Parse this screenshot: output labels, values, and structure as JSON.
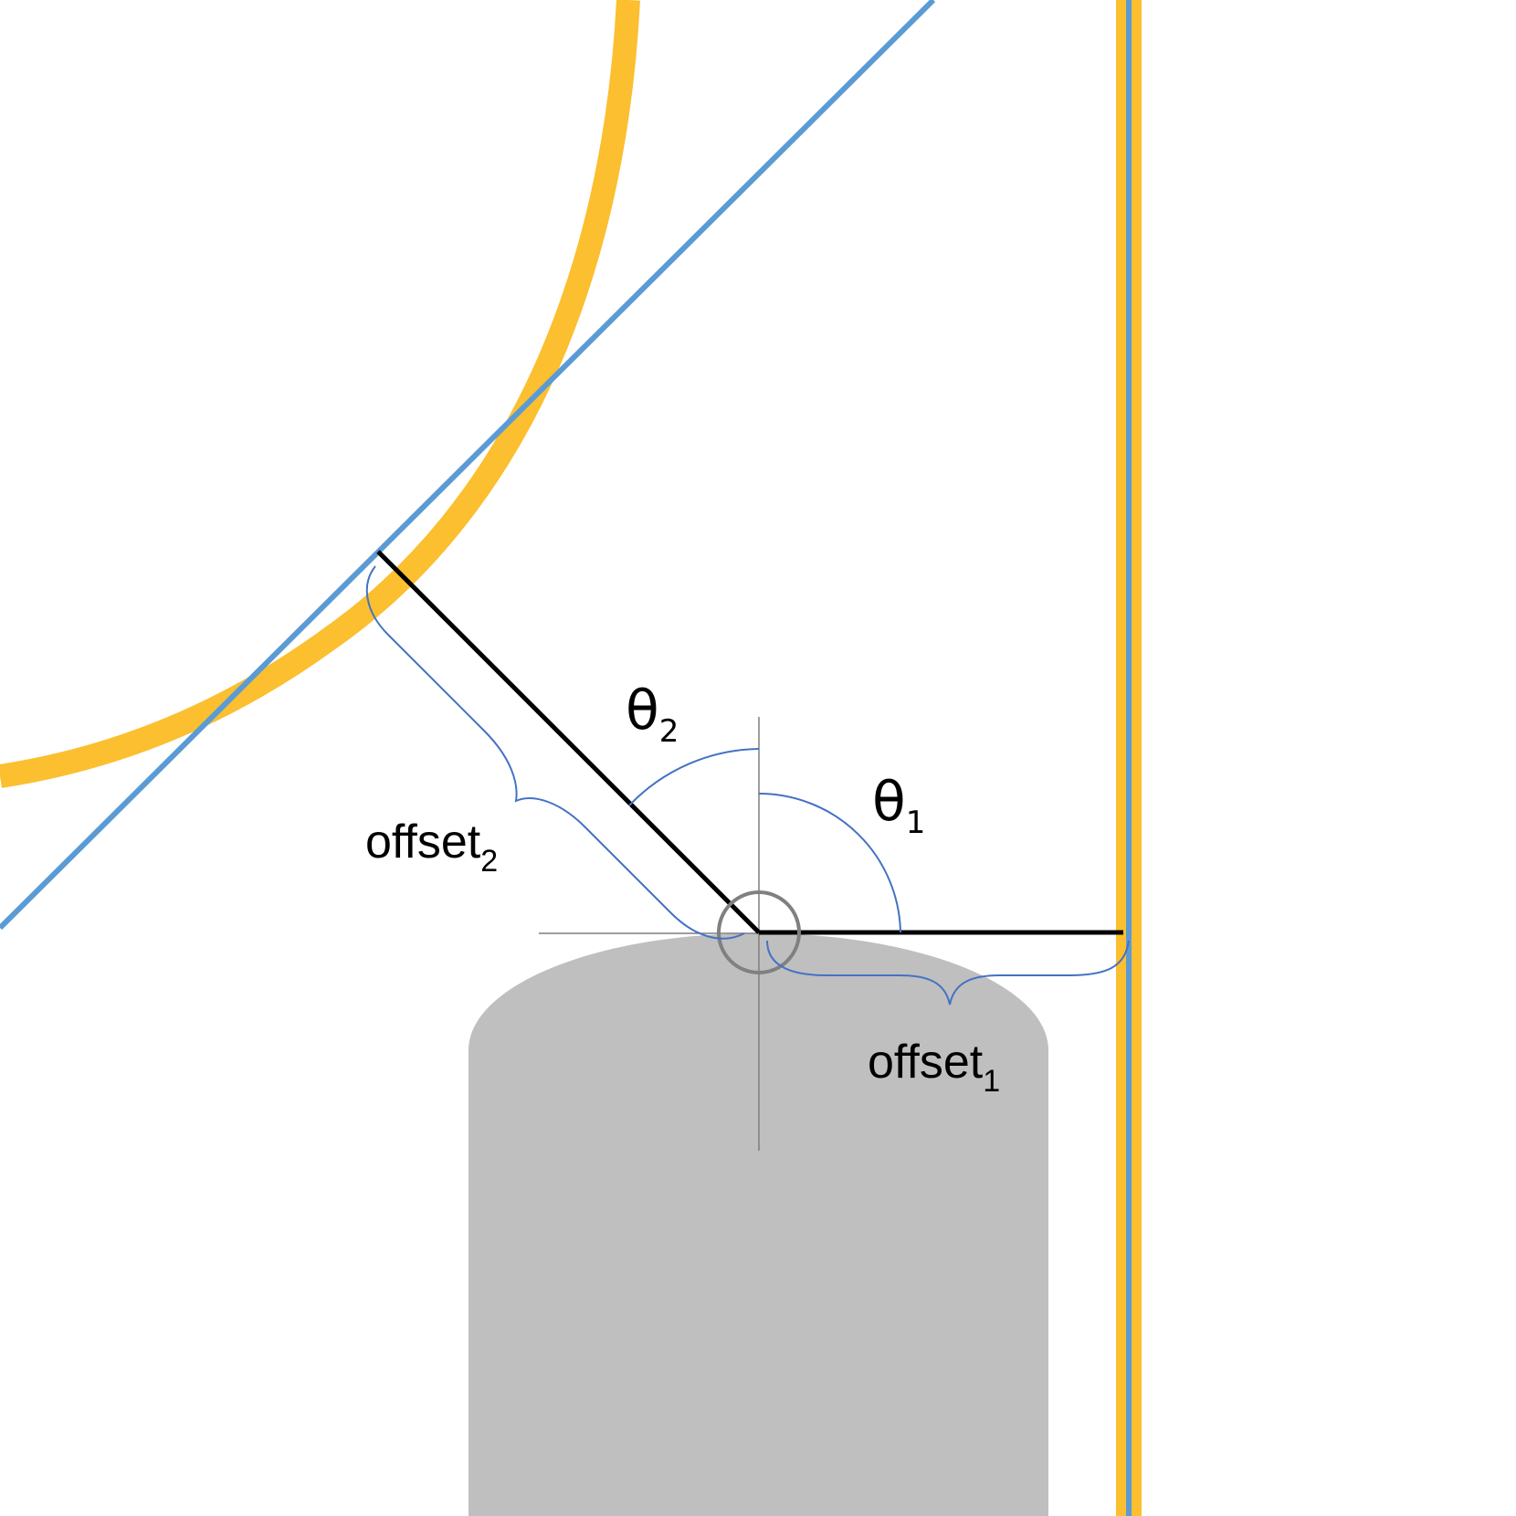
{
  "diagram": {
    "labels": {
      "theta1": {
        "symbol": "θ",
        "subscript": "1"
      },
      "theta2": {
        "symbol": "θ",
        "subscript": "2"
      },
      "offset1": {
        "text": "offset",
        "subscript": "1"
      },
      "offset2": {
        "text": "offset",
        "subscript": "2"
      }
    },
    "colors": {
      "yellow_curve": "#FBBF2F",
      "blue_line": "#5B9BD5",
      "bracket_blue": "#4472C4",
      "arm_black": "#000000",
      "pivot_gray": "#808080",
      "axis_gray": "#7F7F7F",
      "body_gray": "#BFBFBF"
    }
  }
}
